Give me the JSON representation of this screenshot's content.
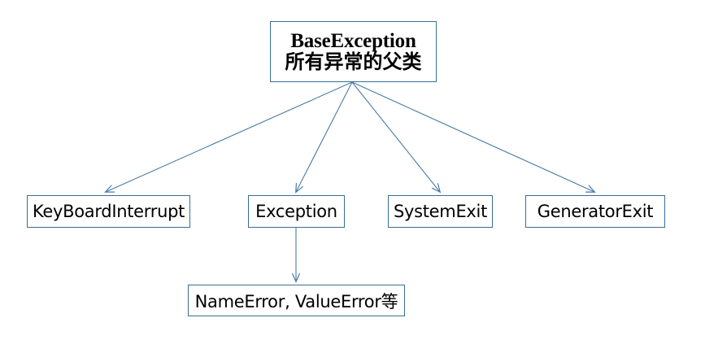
{
  "diagram": {
    "title_text": "BaseException",
    "type": "class-hierarchy-tree",
    "border_color": "#3a6e93",
    "line_color": "#4a7ba6",
    "text_color": "#000000",
    "background_color": "#ffffff",
    "root": {
      "label_en": "BaseException",
      "label_cn": "所有异常的父类"
    },
    "children": [
      {
        "label": "KeyBoardInterrupt"
      },
      {
        "label": "Exception"
      },
      {
        "label": "SystemExit"
      },
      {
        "label": "GeneratorExit"
      }
    ],
    "grandchild": {
      "label": "NameError, ValueError等",
      "parent": "Exception"
    }
  }
}
